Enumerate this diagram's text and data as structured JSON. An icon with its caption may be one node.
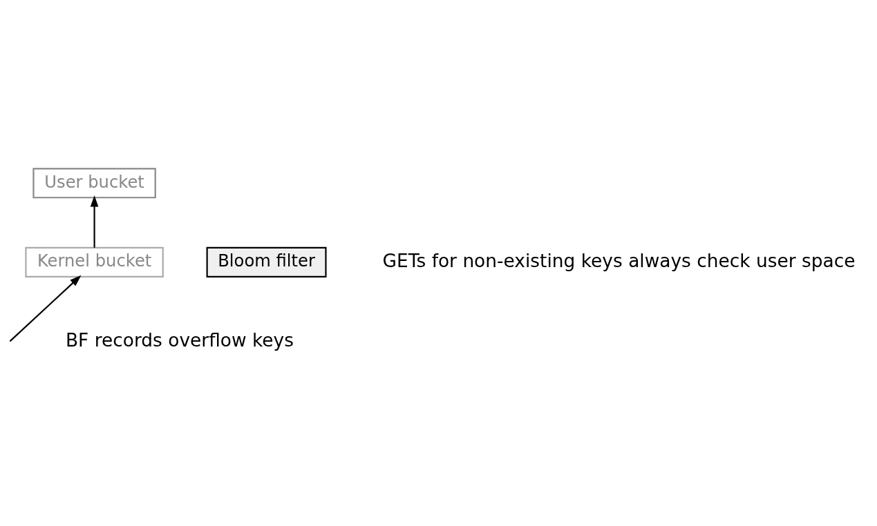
{
  "diagram": {
    "nodes": [
      {
        "text": [
          "User bucket"
        ]
      },
      {
        "text": [
          "Kernel bucket"
        ]
      },
      {
        "text": [
          "Bloom filter"
        ]
      }
    ],
    "edges": [
      {
        "from": 1,
        "to": 0,
        "arrow": "to"
      },
      {
        "from": null,
        "to": 1,
        "arrow": "to"
      }
    ],
    "labels": [
      "GETs for non-existing keys always check user space",
      "BF records overflow keys"
    ]
  }
}
